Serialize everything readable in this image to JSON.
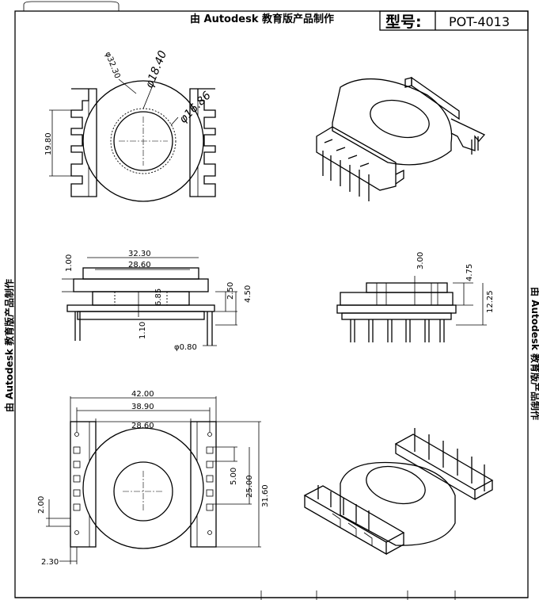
{
  "header": {
    "watermark": "由 Autodesk 教育版产品制作",
    "model_label": "型号:",
    "model_value": "POT-4013"
  },
  "side_watermark_left": "由 Autodesk 教育版产品制作",
  "side_watermark_right": "由 Autodesk 教育版产品制作",
  "top_view": {
    "outer_dia": "φ32.30",
    "inner_dia": "φ18.40",
    "bore_dia": "φ16.86",
    "height_dim": "19.80"
  },
  "side_view": {
    "width_outer": "32.30",
    "width_inner": "28.60",
    "flange": "1.00",
    "core_height": "6.85",
    "right_small": "2.50",
    "right_total": "4.50",
    "base": "1.10",
    "pin_dia": "φ0.80"
  },
  "right_side_view": {
    "top_offset": "3.00",
    "flange_height": "4.75",
    "total_height": "12.25"
  },
  "bottom_view": {
    "w_total": "42.00",
    "w_mid": "38.90",
    "w_inner": "28.60",
    "pitch": "5.00",
    "span": "25.00",
    "depth": "31.60",
    "left_off": "2.00",
    "pin_off": "2.30"
  }
}
